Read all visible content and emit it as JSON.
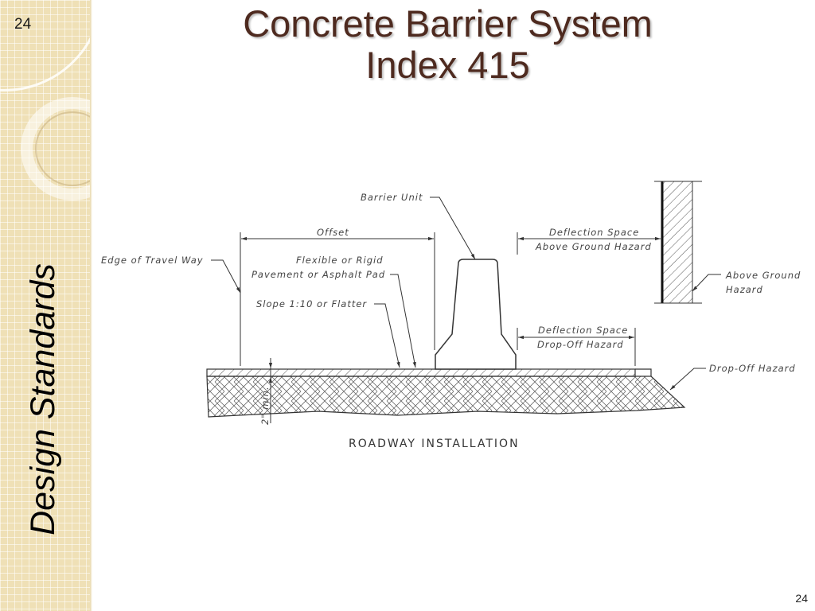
{
  "slide": {
    "number_top": "24",
    "number_bottom": "24",
    "side_title": "Design Standards",
    "title_line1": "Concrete Barrier System",
    "title_line2": "Index 415"
  },
  "drawing": {
    "labels": {
      "barrier_unit": "Barrier Unit",
      "offset": "Offset",
      "edge_of_travel_way": "Edge of Travel Way",
      "flexible_rigid": "Flexible or Rigid",
      "pavement_pad": "Pavement or Asphalt Pad",
      "slope": "Slope 1:10 or Flatter",
      "deflection_above_1": "Deflection Space",
      "deflection_above_2": "Above Ground Hazard",
      "deflection_drop_1": "Deflection Space",
      "deflection_drop_2": "Drop-Off Hazard",
      "above_ground_1": "Above Ground",
      "above_ground_2": "Hazard",
      "drop_off_hazard": "Drop-Off Hazard",
      "two_min": "2\" min.",
      "caption": "ROADWAY INSTALLATION"
    }
  },
  "colors": {
    "title": "#4e2a1f",
    "sidebar": "#efe0b6",
    "line": "#333333"
  }
}
